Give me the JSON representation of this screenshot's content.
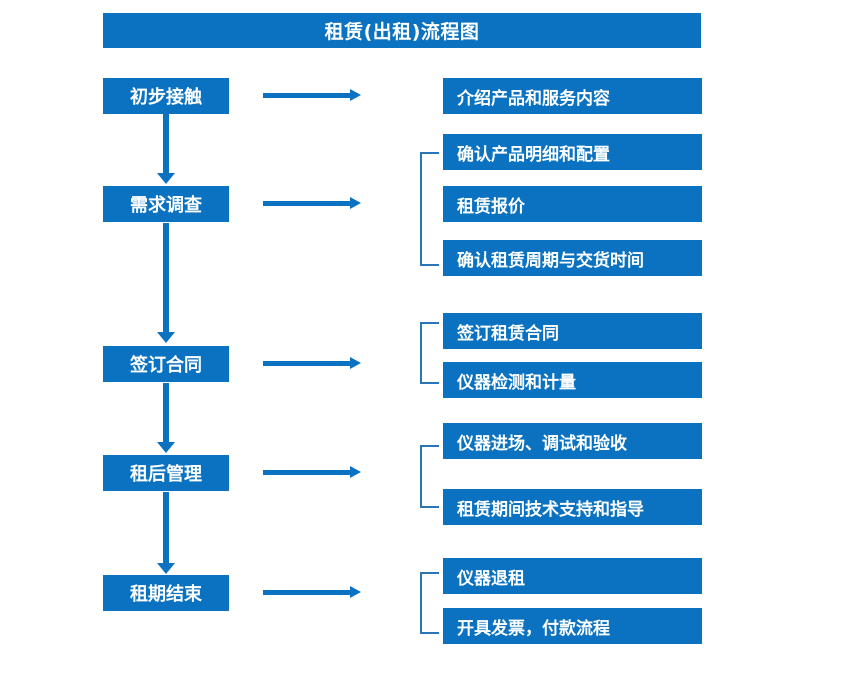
{
  "header": {
    "title": "租赁(出租)流程图"
  },
  "theme": {
    "accent_blue": "#0a72c0",
    "bracket_blue": "#2a74b8",
    "background": "#ffffff",
    "text_on_accent": "#ffffff"
  },
  "flow": {
    "stages": [
      {
        "id": "initial-contact",
        "label": "初步接触",
        "details": [
          "介绍产品和服务内容"
        ],
        "bracketed": false
      },
      {
        "id": "demand-survey",
        "label": "需求调查",
        "details": [
          "确认产品明细和配置",
          "租赁报价",
          "确认租赁周期与交货时间"
        ],
        "bracketed": true
      },
      {
        "id": "sign-contract",
        "label": "签订合同",
        "details": [
          "签订租赁合同",
          "仪器检测和计量"
        ],
        "bracketed": true
      },
      {
        "id": "post-rental-management",
        "label": "租后管理",
        "details": [
          "仪器进场、调试和验收",
          "租赁期间技术支持和指导"
        ],
        "bracketed": true
      },
      {
        "id": "rental-end",
        "label": "租期结束",
        "details": [
          "仪器退租",
          "开具发票，付款流程"
        ],
        "bracketed": true
      }
    ]
  },
  "boxes": {
    "stage_0_label": "初步接触",
    "stage_1_label": "需求调查",
    "stage_2_label": "签订合同",
    "stage_3_label": "租后管理",
    "stage_4_label": "租期结束",
    "detail_0_0": "介绍产品和服务内容",
    "detail_1_0": "确认产品明细和配置",
    "detail_1_1": "租赁报价",
    "detail_1_2": "确认租赁周期与交货时间",
    "detail_2_0": "签订租赁合同",
    "detail_2_1": "仪器检测和计量",
    "detail_3_0": "仪器进场、调试和验收",
    "detail_3_1": "租赁期间技术支持和指导",
    "detail_4_0": "仪器退租",
    "detail_4_1": "开具发票，付款流程"
  }
}
